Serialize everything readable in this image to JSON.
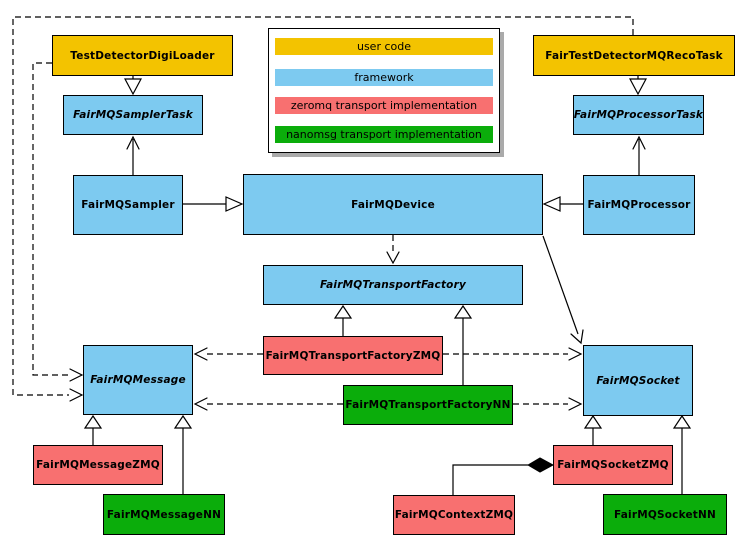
{
  "colors": {
    "user_code": "#F3C300",
    "framework": "#7DCAF0",
    "zeromq": "#F87070",
    "nanomsg": "#0BAD0B",
    "border": "#000000",
    "legend_shadow": "#AAAAAA"
  },
  "legend": {
    "items": [
      {
        "label": "user code",
        "color": "#F3C300"
      },
      {
        "label": "framework",
        "color": "#7DCAF0"
      },
      {
        "label": "zeromq transport implementation",
        "color": "#F87070"
      },
      {
        "label": "nanomsg transport implementation",
        "color": "#0BAD0B"
      }
    ]
  },
  "nodes": {
    "digi_loader": {
      "label": "TestDetectorDigiLoader",
      "category": "user code",
      "abstract": false
    },
    "reco_task": {
      "label": "FairTestDetectorMQRecoTask",
      "category": "user code",
      "abstract": false
    },
    "sampler_task": {
      "label": "FairMQSamplerTask",
      "category": "framework",
      "abstract": true
    },
    "processor_task": {
      "label": "FairMQProcessorTask",
      "category": "framework",
      "abstract": true
    },
    "sampler": {
      "label": "FairMQSampler",
      "category": "framework",
      "abstract": false
    },
    "device": {
      "label": "FairMQDevice",
      "category": "framework",
      "abstract": false
    },
    "processor": {
      "label": "FairMQProcessor",
      "category": "framework",
      "abstract": false
    },
    "transport_factory": {
      "label": "FairMQTransportFactory",
      "category": "framework",
      "abstract": true
    },
    "transport_factory_zmq": {
      "label": "FairMQTransportFactoryZMQ",
      "category": "zeromq",
      "abstract": false
    },
    "transport_factory_nn": {
      "label": "FairMQTransportFactoryNN",
      "category": "nanomsg",
      "abstract": false
    },
    "message": {
      "label": "FairMQMessage",
      "category": "framework",
      "abstract": true
    },
    "socket": {
      "label": "FairMQSocket",
      "category": "framework",
      "abstract": true
    },
    "message_zmq": {
      "label": "FairMQMessageZMQ",
      "category": "zeromq",
      "abstract": false
    },
    "message_nn": {
      "label": "FairMQMessageNN",
      "category": "nanomsg",
      "abstract": false
    },
    "socket_zmq": {
      "label": "FairMQSocketZMQ",
      "category": "zeromq",
      "abstract": false
    },
    "socket_nn": {
      "label": "FairMQSocketNN",
      "category": "nanomsg",
      "abstract": false
    },
    "context_zmq": {
      "label": "FairMQContextZMQ",
      "category": "zeromq",
      "abstract": false
    }
  },
  "edges": [
    {
      "from": "TestDetectorDigiLoader",
      "to": "FairMQSamplerTask",
      "type": "inheritance"
    },
    {
      "from": "FairTestDetectorMQRecoTask",
      "to": "FairMQProcessorTask",
      "type": "inheritance"
    },
    {
      "from": "FairMQSampler",
      "to": "FairMQSamplerTask",
      "type": "association-arrow"
    },
    {
      "from": "FairMQProcessor",
      "to": "FairMQProcessorTask",
      "type": "association-arrow"
    },
    {
      "from": "FairMQSampler",
      "to": "FairMQDevice",
      "type": "inheritance"
    },
    {
      "from": "FairMQProcessor",
      "to": "FairMQDevice",
      "type": "inheritance"
    },
    {
      "from": "FairMQDevice",
      "to": "FairMQTransportFactory",
      "type": "dashed-dependency"
    },
    {
      "from": "FairMQDevice",
      "to": "FairMQSocket",
      "type": "association-arrow"
    },
    {
      "from": "FairMQTransportFactoryZMQ",
      "to": "FairMQTransportFactory",
      "type": "inheritance"
    },
    {
      "from": "FairMQTransportFactoryNN",
      "to": "FairMQTransportFactory",
      "type": "inheritance"
    },
    {
      "from": "FairMQTransportFactoryZMQ",
      "to": "FairMQMessage",
      "type": "dashed-dependency"
    },
    {
      "from": "FairMQTransportFactoryZMQ",
      "to": "FairMQSocket",
      "type": "dashed-dependency"
    },
    {
      "from": "FairMQTransportFactoryNN",
      "to": "FairMQMessage",
      "type": "dashed-dependency"
    },
    {
      "from": "FairMQTransportFactoryNN",
      "to": "FairMQSocket",
      "type": "dashed-dependency"
    },
    {
      "from": "TestDetectorDigiLoader",
      "to": "FairMQMessage",
      "type": "dashed-dependency"
    },
    {
      "from": "FairTestDetectorMQRecoTask",
      "to": "FairMQMessage",
      "type": "dashed-dependency"
    },
    {
      "from": "FairMQMessageZMQ",
      "to": "FairMQMessage",
      "type": "inheritance"
    },
    {
      "from": "FairMQMessageNN",
      "to": "FairMQMessage",
      "type": "inheritance"
    },
    {
      "from": "FairMQSocketZMQ",
      "to": "FairMQSocket",
      "type": "inheritance"
    },
    {
      "from": "FairMQSocketNN",
      "to": "FairMQSocket",
      "type": "inheritance"
    },
    {
      "from": "FairMQContextZMQ",
      "to": "FairMQSocketZMQ",
      "type": "composition"
    }
  ]
}
